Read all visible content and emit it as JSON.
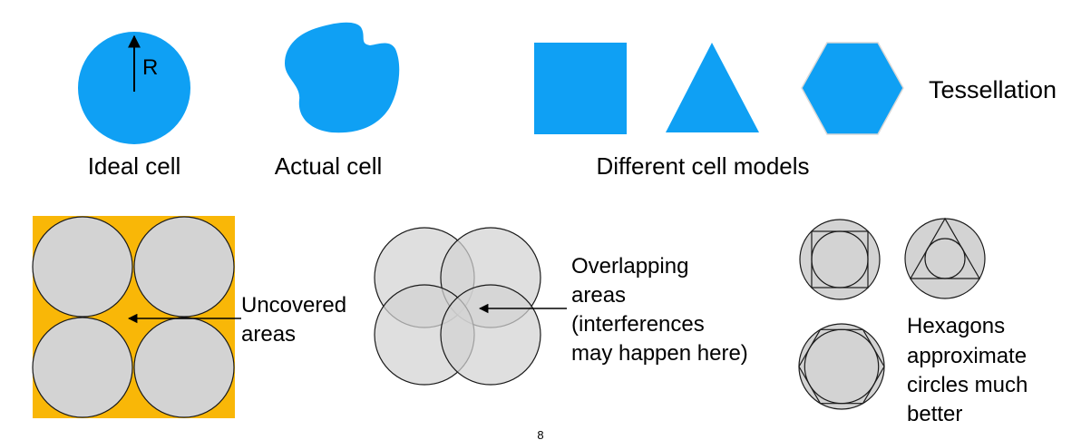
{
  "colors": {
    "cell_blue": "#0fa0f4",
    "uncovered_orange": "#f9b707",
    "circle_gray": "#d3d3d3",
    "stroke": "#1a1a1a"
  },
  "top": {
    "ideal": {
      "radius_label": "R",
      "caption": "Ideal cell"
    },
    "actual": {
      "caption": "Actual cell"
    },
    "models": {
      "caption": "Different cell models",
      "tessellation_label": "Tessellation"
    }
  },
  "bottom": {
    "uncovered": {
      "line1": "Uncovered",
      "line2": "areas"
    },
    "overlap": {
      "line1": "Overlapping",
      "line2": "areas",
      "line3": "(interferences",
      "line4": "may happen here)"
    },
    "hexagons": {
      "line1": "Hexagons",
      "line2": "approximate",
      "line3": "circles much",
      "line4": "better"
    }
  },
  "page_number": "8"
}
